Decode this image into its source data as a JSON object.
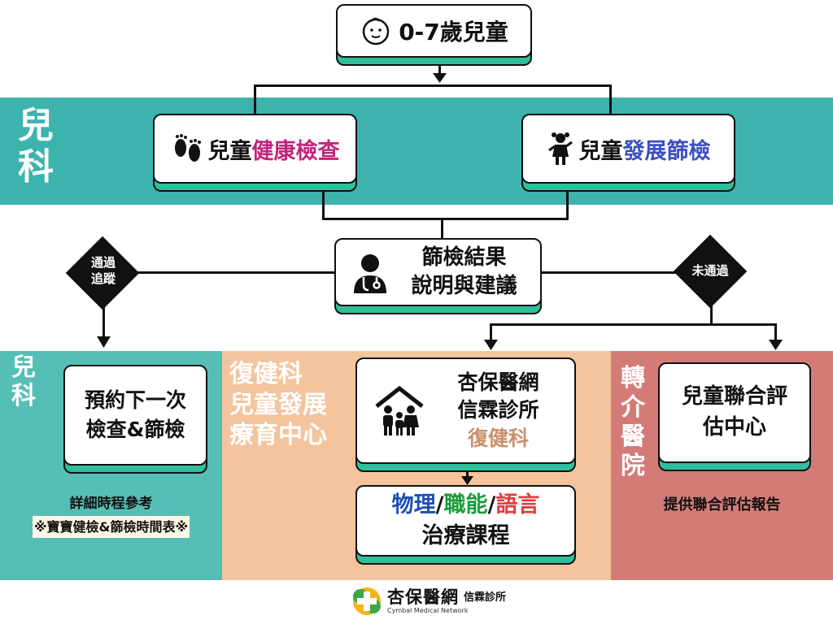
{
  "top": {
    "title": "0-7歲兒童"
  },
  "band_pediatrics": {
    "label_line1": "兒",
    "label_line2": "科"
  },
  "health_check": {
    "prefix": "兒童",
    "highlight": "健康檢查"
  },
  "dev_screening": {
    "prefix": "兒童",
    "highlight": "發展篩檢"
  },
  "result": {
    "line1": "篩檢結果",
    "line2": "說明與建議"
  },
  "pass_diamond": {
    "line1": "通過",
    "line2": "追蹤"
  },
  "fail_diamond": {
    "label": "未通過"
  },
  "left_col": {
    "label_line1": "兒",
    "label_line2": "科",
    "box_line1": "預約下一次",
    "box_line2": "檢查&篩檢",
    "note1": "詳細時程參考",
    "note2": "※寶寶健檢&篩檢時間表※"
  },
  "mid_col": {
    "label_line1": "復健科",
    "label_line2": "兒童發展",
    "label_line3": "療育中心",
    "clinic_line1": "杏保醫網",
    "clinic_line2": "信霖診所",
    "clinic_line3": "復健科",
    "therapy_pt": "物理",
    "therapy_sep1": "/",
    "therapy_ot": "職能",
    "therapy_sep2": "/",
    "therapy_st": "語言",
    "therapy_line2": "治療課程"
  },
  "right_col": {
    "label_line1": "轉",
    "label_line2": "介",
    "label_line3": "醫",
    "label_line4": "院",
    "box_line1": "兒童聯合評",
    "box_line2": "估中心",
    "note": "提供聯合評估報告"
  },
  "footer": {
    "brand": "杏保醫網",
    "clinic": "信霖診所",
    "english": "Cymbal Medical Network"
  },
  "colors": {
    "teal_band": "#3db3ae",
    "left_panel": "#55bfb6",
    "mid_panel": "#f4c49c",
    "right_panel": "#d47b77",
    "box_shadow": "#2fbf9c",
    "pink": "#c2247a",
    "blue": "#3a4fc2",
    "pt_blue": "#1d4fb4",
    "ot_green": "#1a9b3a",
    "st_red": "#e33b3b",
    "rehab_tan": "#c9916b"
  },
  "icons": [
    "baby-face-icon",
    "footprints-icon",
    "child-girl-icon",
    "doctor-icon",
    "family-house-icon",
    "cross-logo-icon"
  ]
}
